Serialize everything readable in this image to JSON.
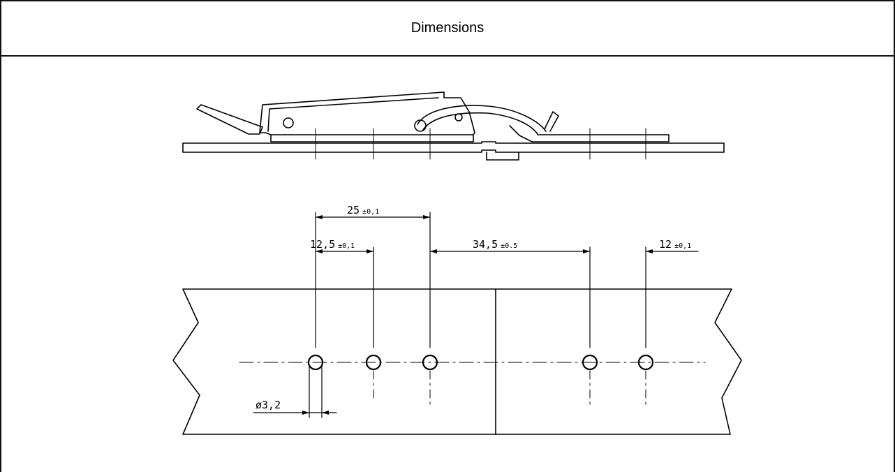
{
  "header": {
    "title": "Dimensions"
  },
  "dimensions": [
    {
      "value": "25",
      "tolerance": "±0,1"
    },
    {
      "value": "12,5",
      "tolerance": "±0,1"
    },
    {
      "value": "34,5",
      "tolerance": "±0.5"
    },
    {
      "value": "12",
      "tolerance": "±0,1"
    }
  ],
  "hole_diameter": "ø3,2"
}
